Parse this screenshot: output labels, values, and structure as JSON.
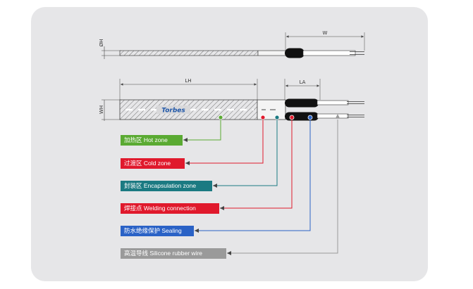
{
  "dimensions": {
    "top_height": "ØH",
    "top_width": "W",
    "lead_length": "LA",
    "heated_length": "LH",
    "bottom_height": "WH"
  },
  "logo_text": "Torbes",
  "legend": [
    {
      "id": "hot",
      "label": "加热区 Hot zone",
      "color": "#5aaa32"
    },
    {
      "id": "cold",
      "label": "过渡区 Cold zone",
      "color": "#e0192c"
    },
    {
      "id": "encap",
      "label": "封装区 Encapsulation zone",
      "color": "#1b7a82"
    },
    {
      "id": "weld",
      "label": "焊接点 Welding connection",
      "color": "#e0192c"
    },
    {
      "id": "seal",
      "label": "防水绝缘保护 Sealing",
      "color": "#2a62c6"
    },
    {
      "id": "wire",
      "label": "高温导线 Silicone rubber wire",
      "color": "#9a9a9a"
    }
  ]
}
